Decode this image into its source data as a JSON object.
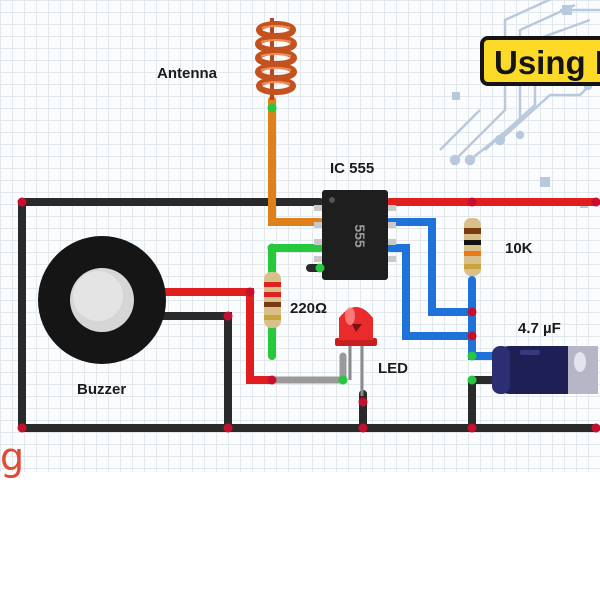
{
  "banner": {
    "text": "Using I"
  },
  "labels": {
    "antenna": "Antenna",
    "ic": "IC 555",
    "ic_marking": "555",
    "resistor_10k": "10K",
    "capacitor": "4.7 µF",
    "resistor_220": "220Ω",
    "led": "LED",
    "buzzer": "Buzzer"
  },
  "watermark_fragment": "g",
  "colors": {
    "wire_black": "#2a2a2a",
    "wire_red": "#e01e1e",
    "wire_blue": "#1f73d8",
    "wire_orange": "#e0801a",
    "wire_green": "#28c83c",
    "wire_grey": "#9a9a9a",
    "banner_yellow": "#fdda28",
    "junction_red": "#c8102e",
    "circuit_trace_blue": "#b9c9dd"
  }
}
